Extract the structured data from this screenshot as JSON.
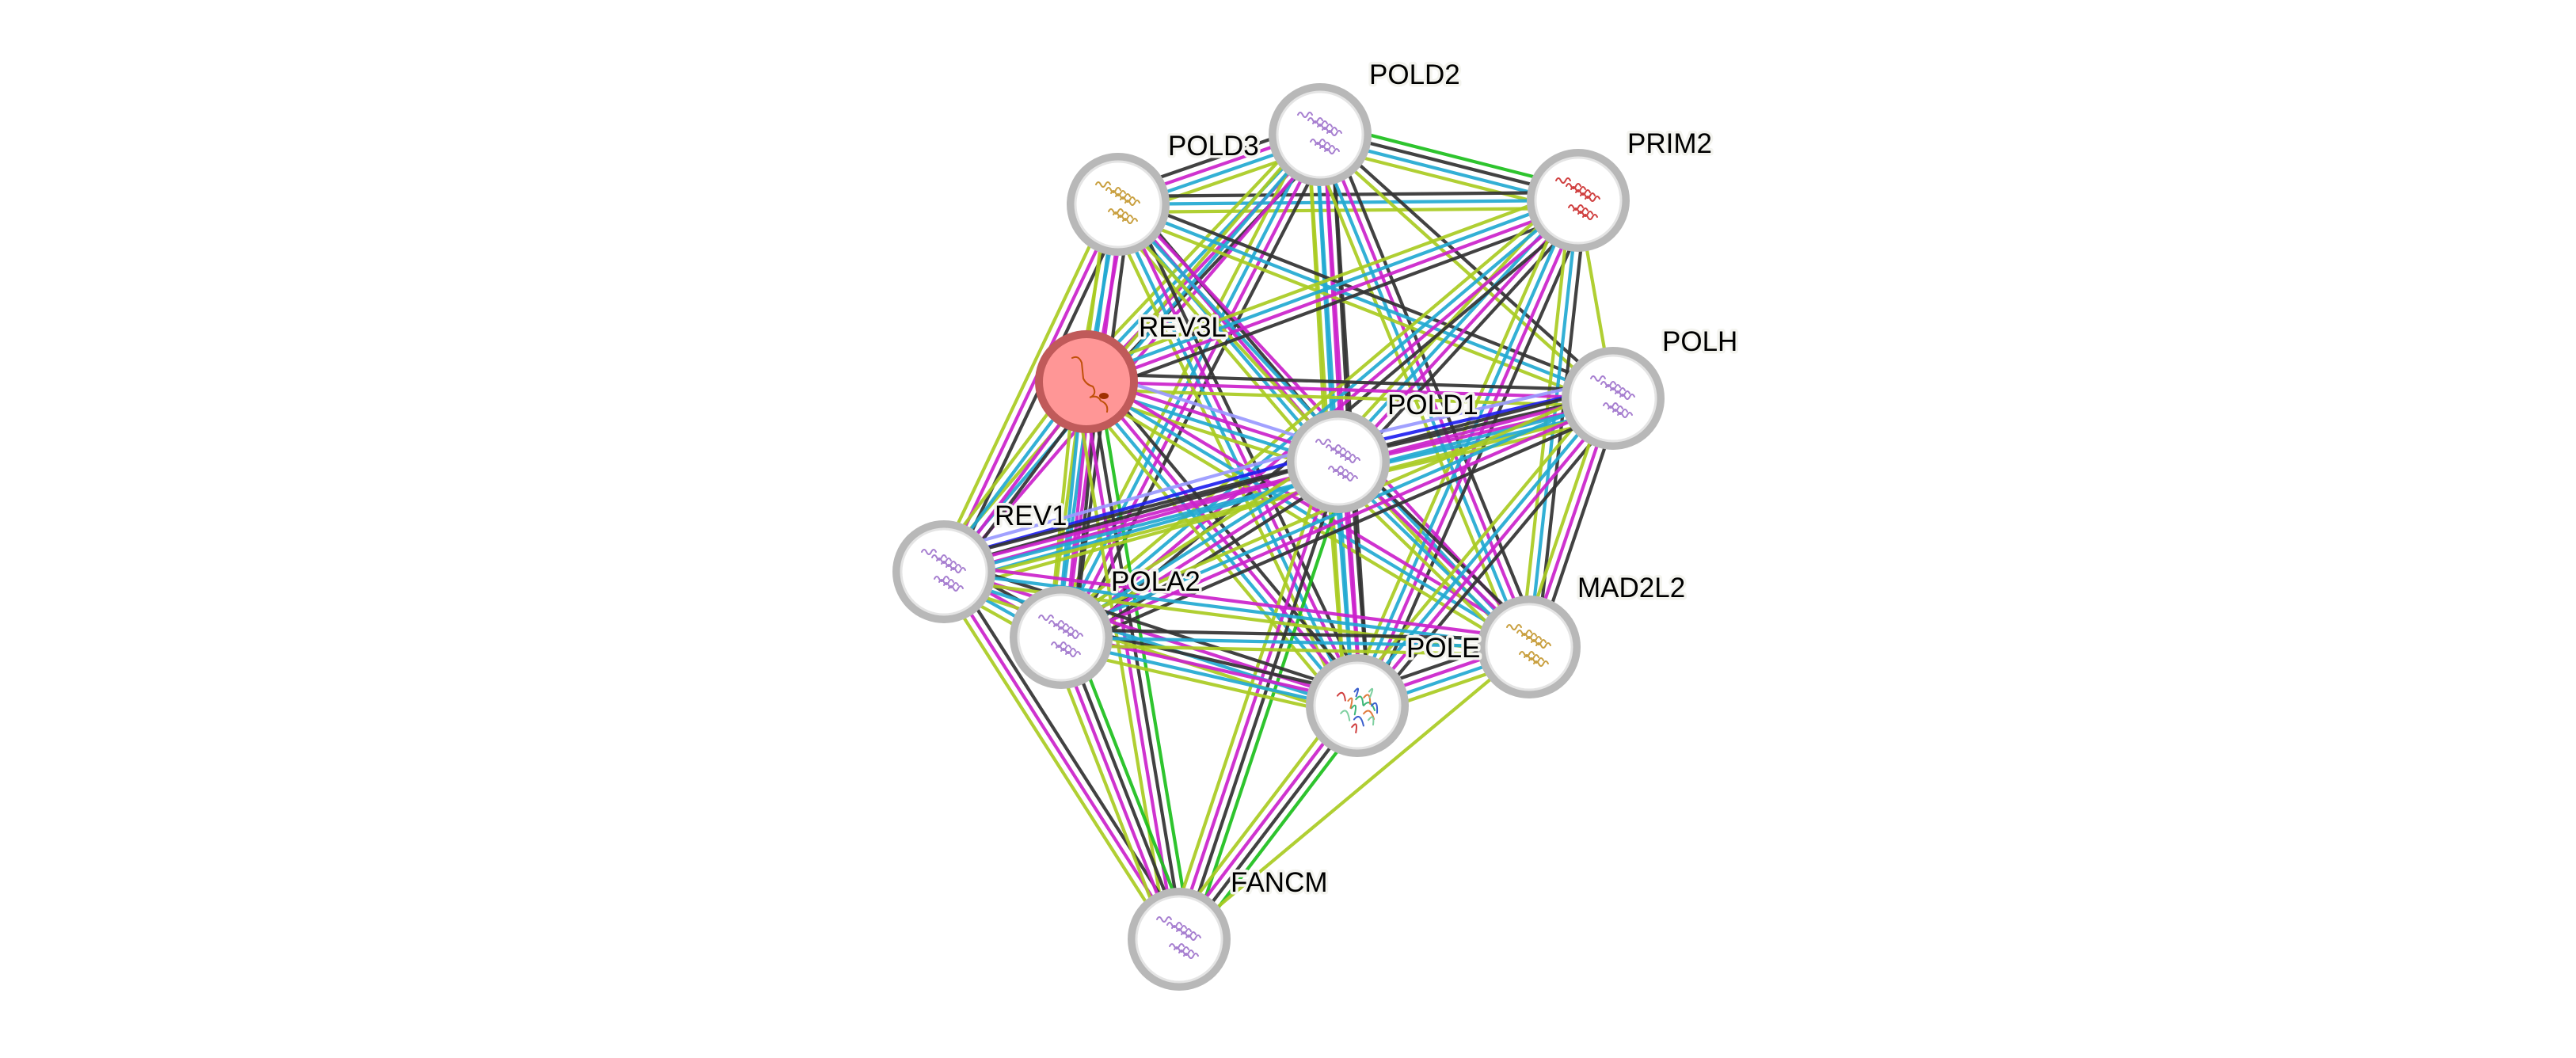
{
  "title": "STRING protein interaction network",
  "evidence_colors": {
    "neighborhood": "#1dbf1d",
    "cooccurrence": "#2020f0",
    "coexpression": "#333333",
    "experiments": "#cc22cc",
    "databases": "#22aad2",
    "textmining": "#aacc22",
    "homology": "#9a9aff"
  },
  "nodes": [
    {
      "id": "POLD2",
      "label": "POLD2",
      "query": false,
      "structure_color": "#a77fd0"
    },
    {
      "id": "POLD3",
      "label": "POLD3",
      "query": false,
      "structure_color": "#c9a040"
    },
    {
      "id": "PRIM2",
      "label": "PRIM2",
      "query": false,
      "structure_color": "#d04040"
    },
    {
      "id": "REV3L",
      "label": "REV3L",
      "query": true,
      "structure_color": "#c0500a"
    },
    {
      "id": "POLH",
      "label": "POLH",
      "query": false,
      "structure_color": "#a77fd0"
    },
    {
      "id": "POLD1",
      "label": "POLD1",
      "query": false,
      "structure_color": "#a77fd0"
    },
    {
      "id": "REV1",
      "label": "REV1",
      "query": false,
      "structure_color": "#a77fd0"
    },
    {
      "id": "POLA2",
      "label": "POLA2",
      "query": false,
      "structure_color": "#a77fd0"
    },
    {
      "id": "MAD2L2",
      "label": "MAD2L2",
      "query": false,
      "structure_color": "#c9a040"
    },
    {
      "id": "POLE",
      "label": "POLE",
      "query": false,
      "structure_color": "#3cb878"
    },
    {
      "id": "FANCM",
      "label": "FANCM",
      "query": false,
      "structure_color": "#a77fd0"
    }
  ],
  "edges": [
    {
      "a": "POLD2",
      "b": "PRIM2",
      "evidence": [
        "neighborhood",
        "coexpression",
        "databases",
        "textmining"
      ]
    },
    {
      "a": "POLD3",
      "b": "POLD2",
      "evidence": [
        "coexpression",
        "experiments",
        "databases",
        "textmining"
      ]
    },
    {
      "a": "POLD3",
      "b": "PRIM2",
      "evidence": [
        "coexpression",
        "databases",
        "textmining"
      ]
    },
    {
      "a": "POLD2",
      "b": "REV3L",
      "evidence": [
        "coexpression",
        "experiments",
        "databases",
        "textmining"
      ]
    },
    {
      "a": "POLD2",
      "b": "POLD1",
      "evidence": [
        "coexpression",
        "experiments",
        "databases",
        "textmining"
      ]
    },
    {
      "a": "POLD2",
      "b": "POLH",
      "evidence": [
        "coexpression",
        "textmining"
      ]
    },
    {
      "a": "POLD2",
      "b": "POLE",
      "evidence": [
        "coexpression",
        "experiments",
        "databases",
        "textmining"
      ]
    },
    {
      "a": "POLD2",
      "b": "POLA2",
      "evidence": [
        "coexpression",
        "experiments",
        "databases",
        "textmining"
      ]
    },
    {
      "a": "POLD2",
      "b": "MAD2L2",
      "evidence": [
        "coexpression",
        "experiments",
        "databases",
        "textmining"
      ]
    },
    {
      "a": "POLD2",
      "b": "REV1",
      "evidence": [
        "experiments",
        "databases",
        "textmining"
      ]
    },
    {
      "a": "POLD3",
      "b": "REV3L",
      "evidence": [
        "experiments",
        "databases",
        "textmining"
      ]
    },
    {
      "a": "POLD3",
      "b": "REV1",
      "evidence": [
        "coexpression",
        "experiments",
        "textmining"
      ]
    },
    {
      "a": "POLD3",
      "b": "POLA2",
      "evidence": [
        "coexpression",
        "experiments",
        "databases",
        "textmining"
      ]
    },
    {
      "a": "POLD3",
      "b": "POLD1",
      "evidence": [
        "coexpression",
        "experiments",
        "databases",
        "textmining"
      ]
    },
    {
      "a": "POLD3",
      "b": "POLE",
      "evidence": [
        "coexpression",
        "experiments",
        "databases",
        "textmining"
      ]
    },
    {
      "a": "POLD3",
      "b": "POLH",
      "evidence": [
        "coexpression",
        "databases",
        "textmining"
      ]
    },
    {
      "a": "POLD3",
      "b": "MAD2L2",
      "evidence": [
        "experiments",
        "databases",
        "textmining"
      ]
    },
    {
      "a": "PRIM2",
      "b": "REV3L",
      "evidence": [
        "coexpression",
        "experiments",
        "databases",
        "textmining"
      ]
    },
    {
      "a": "PRIM2",
      "b": "POLD1",
      "evidence": [
        "coexpression",
        "experiments",
        "databases",
        "textmining"
      ]
    },
    {
      "a": "PRIM2",
      "b": "POLA2",
      "evidence": [
        "coexpression",
        "experiments",
        "databases",
        "textmining"
      ]
    },
    {
      "a": "PRIM2",
      "b": "POLE",
      "evidence": [
        "coexpression",
        "experiments",
        "databases",
        "textmining"
      ]
    },
    {
      "a": "PRIM2",
      "b": "MAD2L2",
      "evidence": [
        "coexpression",
        "databases",
        "textmining"
      ]
    },
    {
      "a": "PRIM2",
      "b": "POLH",
      "evidence": [
        "textmining"
      ]
    },
    {
      "a": "REV3L",
      "b": "POLH",
      "evidence": [
        "coexpression",
        "experiments",
        "textmining"
      ]
    },
    {
      "a": "REV3L",
      "b": "POLD1",
      "evidence": [
        "homology",
        "experiments",
        "databases",
        "textmining"
      ]
    },
    {
      "a": "REV3L",
      "b": "REV1",
      "evidence": [
        "coexpression",
        "experiments",
        "databases",
        "textmining"
      ]
    },
    {
      "a": "REV3L",
      "b": "POLA2",
      "evidence": [
        "coexpression",
        "experiments",
        "databases",
        "textmining"
      ]
    },
    {
      "a": "REV3L",
      "b": "POLE",
      "evidence": [
        "coexpression",
        "experiments",
        "databases",
        "textmining"
      ]
    },
    {
      "a": "REV3L",
      "b": "MAD2L2",
      "evidence": [
        "experiments",
        "databases",
        "textmining"
      ]
    },
    {
      "a": "REV3L",
      "b": "FANCM",
      "evidence": [
        "neighborhood",
        "coexpression",
        "experiments",
        "textmining"
      ]
    },
    {
      "a": "POLD1",
      "b": "POLH",
      "evidence": [
        "homology",
        "cooccurrence",
        "coexpression",
        "experiments",
        "databases",
        "textmining"
      ]
    },
    {
      "a": "REV1",
      "b": "POLD1",
      "evidence": [
        "homology",
        "cooccurrence",
        "coexpression",
        "experiments",
        "databases",
        "textmining"
      ]
    },
    {
      "a": "REV1",
      "b": "POLH",
      "evidence": [
        "coexpression",
        "experiments",
        "databases",
        "textmining"
      ]
    },
    {
      "a": "POLD1",
      "b": "POLA2",
      "evidence": [
        "coexpression",
        "experiments",
        "databases",
        "textmining"
      ]
    },
    {
      "a": "POLD1",
      "b": "POLE",
      "evidence": [
        "coexpression",
        "experiments",
        "databases",
        "textmining"
      ]
    },
    {
      "a": "POLD1",
      "b": "MAD2L2",
      "evidence": [
        "coexpression",
        "experiments",
        "databases",
        "textmining"
      ]
    },
    {
      "a": "POLD1",
      "b": "FANCM",
      "evidence": [
        "neighborhood",
        "coexpression",
        "experiments",
        "textmining"
      ]
    },
    {
      "a": "POLH",
      "b": "POLE",
      "evidence": [
        "coexpression",
        "experiments",
        "databases",
        "textmining"
      ]
    },
    {
      "a": "POLH",
      "b": "MAD2L2",
      "evidence": [
        "coexpression",
        "experiments",
        "textmining"
      ]
    },
    {
      "a": "POLH",
      "b": "POLA2",
      "evidence": [
        "coexpression",
        "experiments",
        "databases",
        "textmining"
      ]
    },
    {
      "a": "REV1",
      "b": "POLA2",
      "evidence": [
        "coexpression",
        "experiments",
        "databases",
        "textmining"
      ]
    },
    {
      "a": "REV1",
      "b": "POLE",
      "evidence": [
        "coexpression",
        "experiments",
        "databases",
        "textmining"
      ]
    },
    {
      "a": "REV1",
      "b": "MAD2L2",
      "evidence": [
        "experiments",
        "databases",
        "textmining"
      ]
    },
    {
      "a": "REV1",
      "b": "FANCM",
      "evidence": [
        "coexpression",
        "experiments",
        "textmining"
      ]
    },
    {
      "a": "POLA2",
      "b": "POLE",
      "evidence": [
        "coexpression",
        "experiments",
        "databases",
        "textmining"
      ]
    },
    {
      "a": "POLA2",
      "b": "MAD2L2",
      "evidence": [
        "coexpression",
        "databases",
        "textmining"
      ]
    },
    {
      "a": "POLA2",
      "b": "FANCM",
      "evidence": [
        "neighborhood",
        "coexpression",
        "experiments",
        "textmining"
      ]
    },
    {
      "a": "POLE",
      "b": "MAD2L2",
      "evidence": [
        "coexpression",
        "experiments",
        "databases",
        "textmining"
      ]
    },
    {
      "a": "POLE",
      "b": "FANCM",
      "evidence": [
        "neighborhood",
        "coexpression",
        "experiments",
        "textmining"
      ]
    },
    {
      "a": "MAD2L2",
      "b": "FANCM",
      "evidence": [
        "textmining"
      ]
    }
  ]
}
